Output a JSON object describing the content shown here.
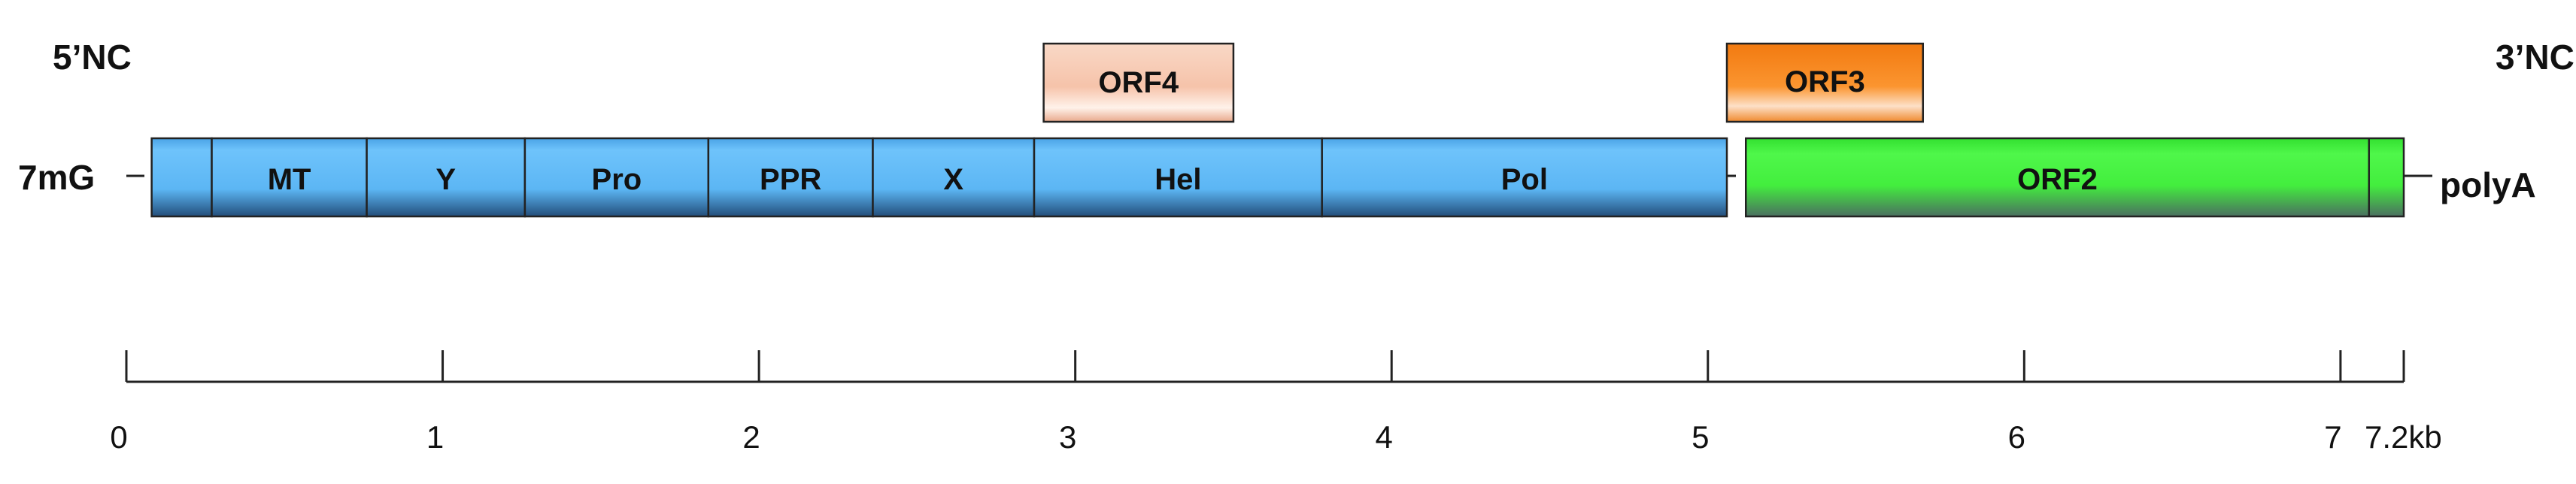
{
  "labels": {
    "five_prime": "5’NC",
    "three_prime": "3’NC",
    "cap": "7mG",
    "tail": "polyA"
  },
  "orf1_domains": [
    {
      "label": "",
      "start": 0.08,
      "end": 0.27
    },
    {
      "label": "MT",
      "start": 0.27,
      "end": 0.76
    },
    {
      "label": "Y",
      "start": 0.76,
      "end": 1.26
    },
    {
      "label": "Pro",
      "start": 1.26,
      "end": 1.84
    },
    {
      "label": "PPR",
      "start": 1.84,
      "end": 2.36
    },
    {
      "label": "X",
      "start": 2.36,
      "end": 2.87
    },
    {
      "label": "Hel",
      "start": 2.87,
      "end": 3.78
    },
    {
      "label": "Pol",
      "start": 3.78,
      "end": 5.06
    }
  ],
  "orf2": {
    "label": "ORF2",
    "start": 5.12,
    "end": 7.2,
    "divider": 7.09
  },
  "orf3": {
    "label": "ORF3",
    "start": 5.06,
    "end": 5.68
  },
  "orf4": {
    "label": "ORF4",
    "start": 2.9,
    "end": 3.5
  },
  "scale": {
    "max": 7.2,
    "ticks": [
      {
        "value": 0,
        "label": "0"
      },
      {
        "value": 1,
        "label": "1"
      },
      {
        "value": 2,
        "label": "2"
      },
      {
        "value": 3,
        "label": "3"
      },
      {
        "value": 4,
        "label": "4"
      },
      {
        "value": 5,
        "label": "5"
      },
      {
        "value": 6,
        "label": "6"
      },
      {
        "value": 7,
        "label": "7"
      },
      {
        "value": 7.2,
        "label": "7.2kb"
      }
    ]
  },
  "colors": {
    "orf1": "#5fb7f5",
    "orf2": "#3ff23c",
    "orf3": "#fb8c24",
    "orf4": "#f7c6b0"
  }
}
